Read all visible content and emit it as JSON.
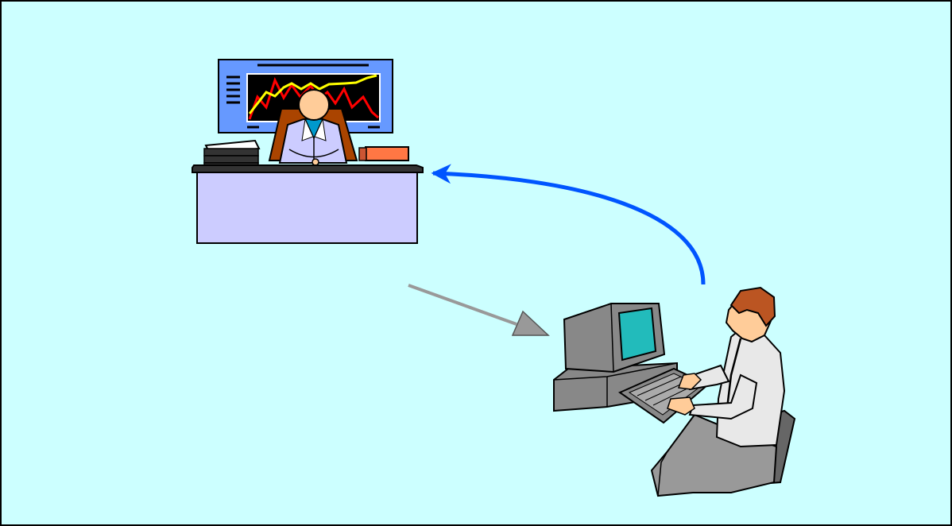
{
  "diagram": {
    "background_color": "#CCFFFF",
    "elements": [
      {
        "name": "manager-at-desk-illustration",
        "icon": "manager-desk-chart-icon"
      },
      {
        "name": "worker-at-computer-illustration",
        "icon": "person-typing-computer-icon"
      }
    ],
    "connectors": [
      {
        "name": "feedback-arrow",
        "from": "worker-at-computer-illustration",
        "to": "manager-at-desk-illustration",
        "color": "#0055FF",
        "style": "curved"
      },
      {
        "name": "assignment-arrow",
        "from": "manager-at-desk-illustration",
        "to": "worker-at-computer-illustration",
        "color": "#999999",
        "style": "straight"
      }
    ]
  },
  "colors": {
    "desk_front": "#CCCCFF",
    "desk_top": "#333333",
    "screen_frame": "#6699FF",
    "chart_bg": "#000000",
    "chart_line_red": "#FF0000",
    "chart_line_yellow": "#FFFF00",
    "book": "#FF7744",
    "skin": "#FFCC99",
    "chair": "#AA4400",
    "shirt_manager": "#CCCCFF",
    "tie": "#0099CC",
    "monitor": "#888888",
    "monitor_screen": "#22BBBB",
    "shirt_worker": "#E8E8E8",
    "hair": "#BB5522",
    "pants": "#999999",
    "worker_chair": "#666666"
  }
}
